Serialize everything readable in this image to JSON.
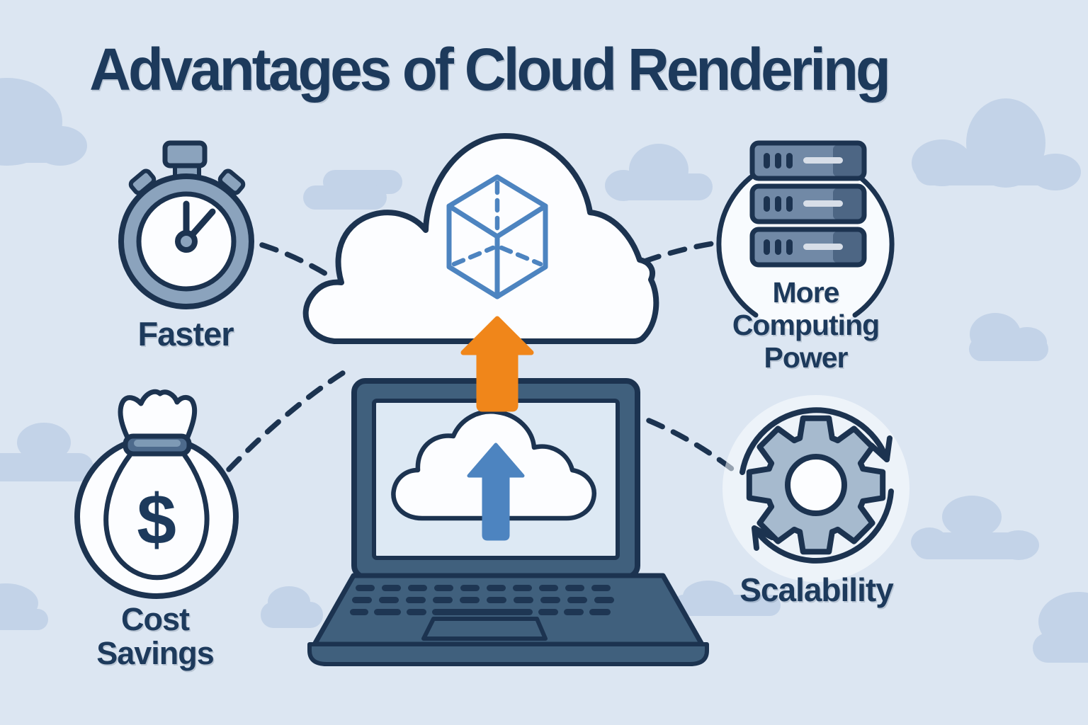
{
  "title": "Advantages of Cloud Rendering",
  "labels": {
    "faster": "Faster",
    "cost_savings": [
      "Cost",
      "Savings"
    ],
    "more_computing_power": [
      "More",
      "Computing",
      "Power"
    ],
    "scalability": "Scalability"
  },
  "icons": {
    "money_symbol": "$",
    "list": [
      "stopwatch-icon",
      "money-bag-icon",
      "cloud-icon",
      "cube-icon",
      "upload-arrow-icon",
      "laptop-icon",
      "cloud-upload-icon",
      "server-stack-icon",
      "gear-icon",
      "circular-arrows-icon"
    ]
  },
  "theme": {
    "background": "#dce6f2",
    "background_cloud": "#c3d3e8",
    "navy": "#1d3a5c",
    "outline": "#1c3350",
    "slate": "#8ba3bd",
    "slate_light": "#a6bace",
    "laptop_body": "#40607d",
    "server_front": "#7189a6",
    "server_side": "#4d6684",
    "server_slot": "#d7dee8",
    "band": "#4d6a8c",
    "band_light": "#7e9ab5",
    "screen": "#dde9f4",
    "white": "#fcfdff",
    "orange": "#f0861a",
    "blue": "#4d84c0"
  }
}
